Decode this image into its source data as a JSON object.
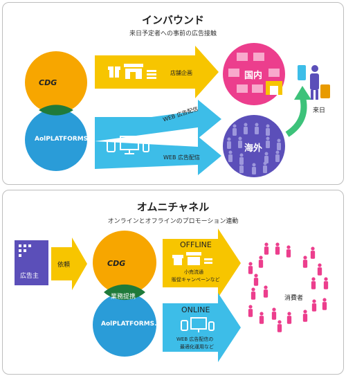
{
  "inbound": {
    "title": "インバウンド",
    "subtitle": "来日予定者への事前の広告接触",
    "cdg_logo": "CDG",
    "aol_logo": "AolPLATFORMS.",
    "arrow_store": "店舗企画",
    "arrow_web1": "WEB 広告配信",
    "arrow_web2": "WEB 広告配信",
    "domestic": "国内",
    "overseas": "海外",
    "visit_japan": "来日"
  },
  "omni": {
    "title": "オムニチャネル",
    "subtitle": "オンラインとオフラインのプロモーション連動",
    "advertiser": "広告主",
    "request": "依頼",
    "cdg_logo": "CDG",
    "aol_logo": "AolPLATFORMS.",
    "partnership": "業務提携",
    "offline_title": "OFFLINE",
    "offline_desc": [
      "小売流通",
      "販促キャンペーンなど"
    ],
    "online_title": "ONLINE",
    "online_desc": [
      "WEB 広告配信の",
      "最適化運用など"
    ],
    "consumer": "消費者"
  },
  "colors": {
    "orange": "#f7a600",
    "blue": "#2a9cd8",
    "green": "#1f7a3a",
    "yellow": "#f7c500",
    "cyan": "#3dbde8",
    "pink": "#ec3e8d",
    "purple": "#5b4fb9",
    "teal": "#3dc27a"
  }
}
